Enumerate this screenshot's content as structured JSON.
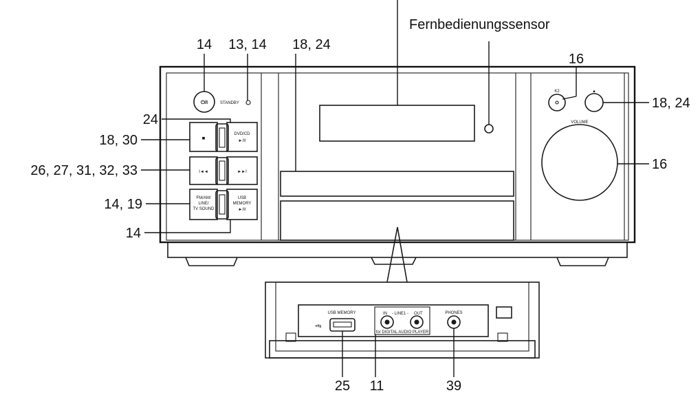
{
  "labels": {
    "sensor_title": "Fernbedienungssensor",
    "power_symbol": "⏻/I",
    "standby": "STANDBY",
    "k2": "K2",
    "eject": "▲",
    "volume": "VOLUME",
    "dvd_cd_line1": "DVD/CD",
    "play_pause": "►/II",
    "stop": "■",
    "prev": "I◄◄",
    "next": "►►I",
    "src_line1": "FM/AM/",
    "src_line2": "LINE/",
    "src_line3": "TV SOUND",
    "usb_line1": "USB",
    "usb_line2": "MEMORY",
    "usb_memory_port": "USB MEMORY",
    "usb_icon": "•⇆",
    "line_in": "IN",
    "line_label": "- LINE1 -",
    "line_out": "OUT",
    "digital_player": "for DIGITAL AUDIO PLAYER",
    "phones": "PHONES"
  },
  "callouts": {
    "c14_power": "14",
    "c13_14": "13, 14",
    "c18_24_top": "18, 24",
    "c16_top": "16",
    "c24": "24",
    "c18_30": "18, 30",
    "c18_24_right": "18, 24",
    "c26_33": "26, 27, 31, 32, 33",
    "c16_right": "16",
    "c14_19": "14, 19",
    "c14_bottom": "14",
    "c25": "25",
    "c11": "11",
    "c39": "39"
  }
}
